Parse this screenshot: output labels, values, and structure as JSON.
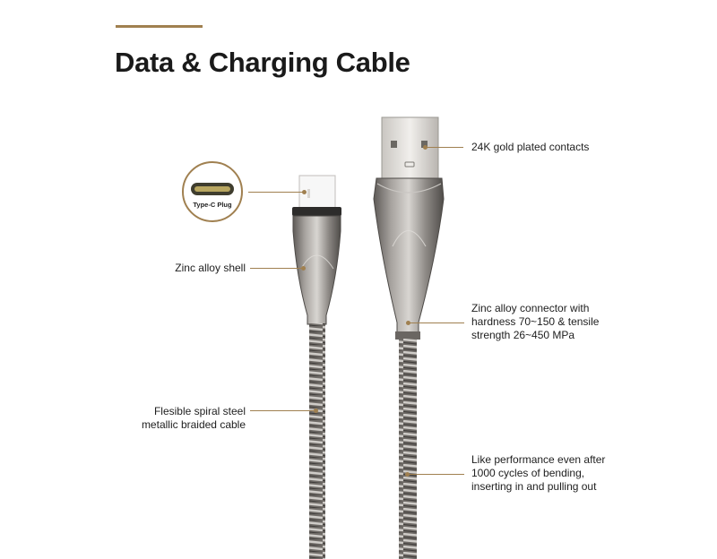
{
  "title": "Data & Charging Cable",
  "colors": {
    "accent": "#a08050",
    "metal": "#8d8985",
    "metal_dark": "#55524f",
    "gold": "#b39352"
  },
  "callouts": {
    "gold_contacts": "24K gold plated contacts",
    "type_c_plug": "Type-C Plug",
    "zinc_shell": "Zinc alloy shell",
    "zinc_connector": [
      "Zinc alloy connector with",
      "hardness 70~150 & tensile",
      "strength 26~450 MPa"
    ],
    "spiral_cable": [
      "Flesible spiral steel",
      "metallic braided cable"
    ],
    "performance": [
      "Like performance even after",
      "1000 cycles of bending,",
      "inserting in and pulling out"
    ]
  }
}
